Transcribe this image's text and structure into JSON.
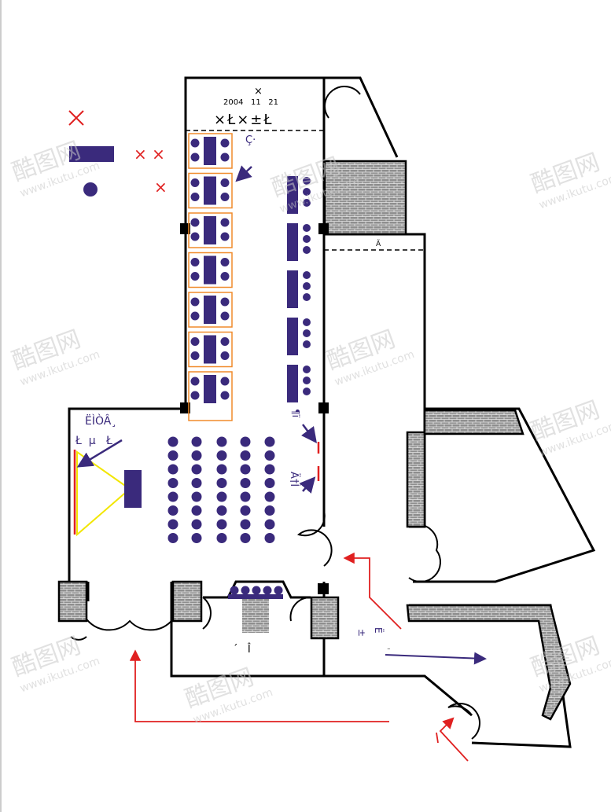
{
  "title_block": {
    "mark": "×",
    "date": "2004   11   21",
    "subtitle": "×Ł×±Ł"
  },
  "labels": {
    "entrance_top": "Ç·",
    "stage_title": "ËÌÒÂ¸",
    "stage_sub": "Ł  µ   Ł",
    "aisle_label": "¶ï",
    "side_label": "Ä†Ì",
    "corridor_mark": "Ã",
    "bottom_room": "´   Î",
    "lobby_a": "±",
    "lobby_b": "Ë",
    "lobby_c": "¨"
  },
  "legend": [
    {
      "symbol": "red-cross",
      "text": "×"
    },
    {
      "symbol": "desk",
      "text": "× ×"
    },
    {
      "symbol": "seat",
      "text": "×"
    }
  ],
  "watermark": {
    "brand": "酷图网",
    "url": "www.ikutu.com"
  },
  "colors": {
    "wall": "#000000",
    "furniture": "#3a2a7c",
    "desk_outline": "#f08a2a",
    "route": "#e02020",
    "stage": "#f2e600",
    "brick": "#9a9a9a"
  }
}
